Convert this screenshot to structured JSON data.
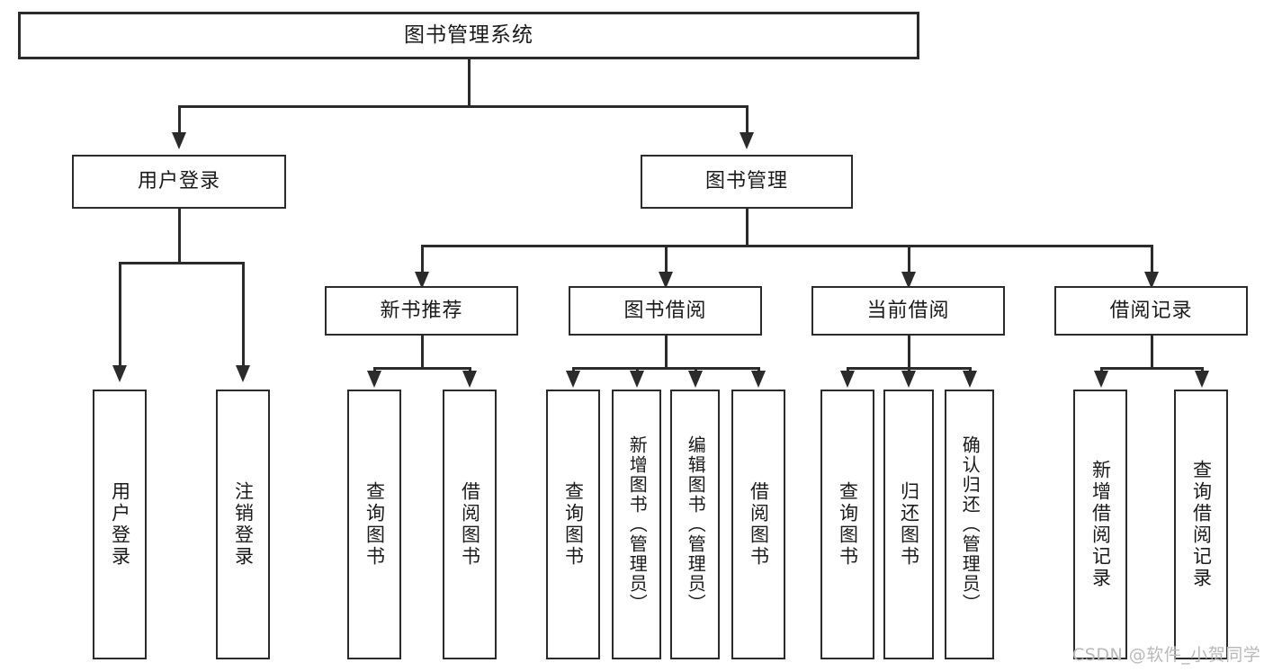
{
  "diagram": {
    "type": "tree-hierarchy",
    "title": "图书管理系统",
    "watermark": "CSDN @软件_小贺同学",
    "colors": {
      "stroke": "#2b2b2b",
      "fill": "#ffffff",
      "text": "#1a1a1a",
      "watermark": "#b9b9b9"
    },
    "nodes": {
      "root": {
        "label": "图书管理系统"
      },
      "tier1": [
        {
          "id": "user-login",
          "label": "用户登录"
        },
        {
          "id": "book-manage",
          "label": "图书管理"
        }
      ],
      "tier2": [
        {
          "id": "new-book-rec",
          "label": "新书推荐"
        },
        {
          "id": "book-borrow",
          "label": "图书借阅"
        },
        {
          "id": "current-borrow",
          "label": "当前借阅"
        },
        {
          "id": "borrow-record",
          "label": "借阅记录"
        }
      ],
      "leaves": {
        "user-login": [
          {
            "id": "leaf-user-login",
            "label": "用户登录"
          },
          {
            "id": "leaf-logout-login",
            "label": "注销登录"
          }
        ],
        "new-book-rec": [
          {
            "id": "leaf-query-book-1",
            "label": "查询图书"
          },
          {
            "id": "leaf-borrow-book-1",
            "label": "借阅图书"
          }
        ],
        "book-borrow": [
          {
            "id": "leaf-query-book-2",
            "label": "查询图书"
          },
          {
            "id": "leaf-add-book",
            "label": "新增图书（管理员）"
          },
          {
            "id": "leaf-edit-book",
            "label": "编辑图书（管理员）"
          },
          {
            "id": "leaf-borrow-book-2",
            "label": "借阅图书"
          }
        ],
        "current-borrow": [
          {
            "id": "leaf-query-book-3",
            "label": "查询图书"
          },
          {
            "id": "leaf-return-book",
            "label": "归还图书"
          },
          {
            "id": "leaf-confirm-return",
            "label": "确认归还（管理员）"
          }
        ],
        "borrow-record": [
          {
            "id": "leaf-add-record",
            "label": "新增借阅记录"
          },
          {
            "id": "leaf-query-record",
            "label": "查询借阅记录"
          }
        ]
      }
    }
  }
}
